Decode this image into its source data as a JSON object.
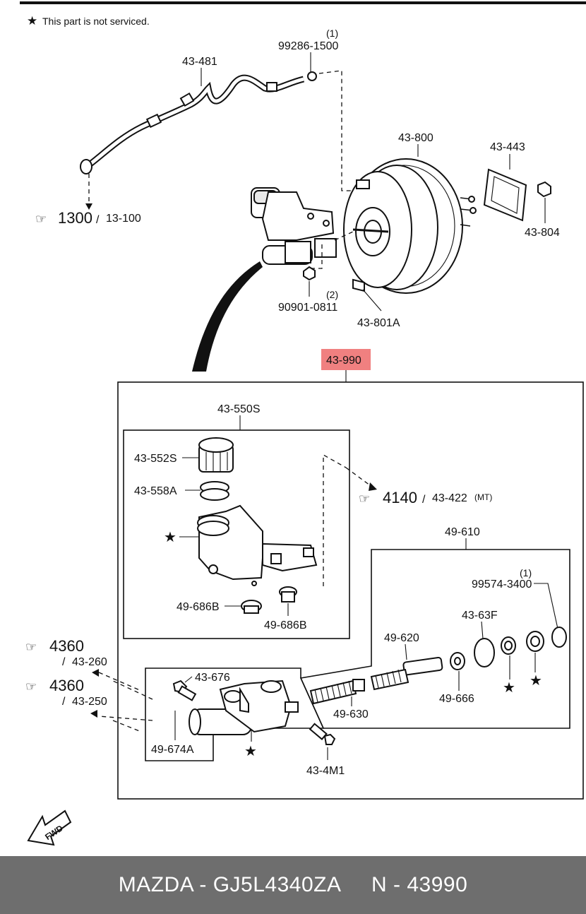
{
  "note": {
    "star": "★",
    "text": "This part is not serviced."
  },
  "labels": {
    "hose": "43-481",
    "clip_qty": "(1)",
    "clip": "99286-1500",
    "booster": "43-800",
    "gasket": "43-443",
    "nut_right": "43-804",
    "nut_qty": "(2)",
    "nut": "90901-0811",
    "plate": "43-801A",
    "assembly": "43-990",
    "reservoir_group": "43-550S",
    "cap": "43-552S",
    "filter": "43-558A",
    "bush_left": "49-686B",
    "bush_right": "49-686B",
    "piston_group": "49-610",
    "retainer_qty": "(1)",
    "retainer": "99574-3400",
    "seal_f": "43-63F",
    "piston": "49-620",
    "washer": "49-666",
    "spring": "49-630",
    "bleeder": "43-676",
    "cylinder": "49-674A",
    "bolt": "43-4M1"
  },
  "refs": {
    "r1300": {
      "num": "1300",
      "sub": "13-100"
    },
    "r4140": {
      "num": "4140",
      "sub": "43-422",
      "tag": "(MT)"
    },
    "r4360a": {
      "num": "4360",
      "sub": "43-260"
    },
    "r4360b": {
      "num": "4360",
      "sub": "43-250"
    }
  },
  "fwd": "FWD",
  "footer": {
    "text": "MAZDA - GJ5L4340ZA     N - 43990"
  },
  "colors": {
    "highlight": "#f08080",
    "footer_bg": "#6e6e6e"
  }
}
